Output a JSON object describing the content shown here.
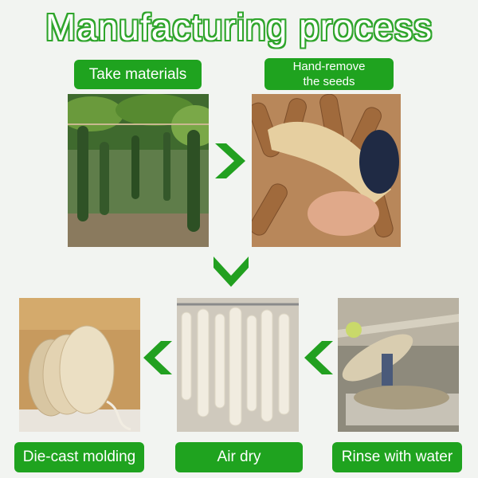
{
  "title": "Manufacturing process",
  "steps": [
    {
      "label": "Take materials"
    },
    {
      "label_line1": "Hand-remove",
      "label_line2": "the seeds"
    },
    {
      "label": "Rinse with water"
    },
    {
      "label": "Air dry"
    },
    {
      "label": "Die-cast molding"
    }
  ],
  "colors": {
    "accent": "#1fa31f",
    "arrow": "#22a020"
  },
  "icons": [
    "chevron-right-icon",
    "chevron-down-icon",
    "chevron-left-icon"
  ]
}
